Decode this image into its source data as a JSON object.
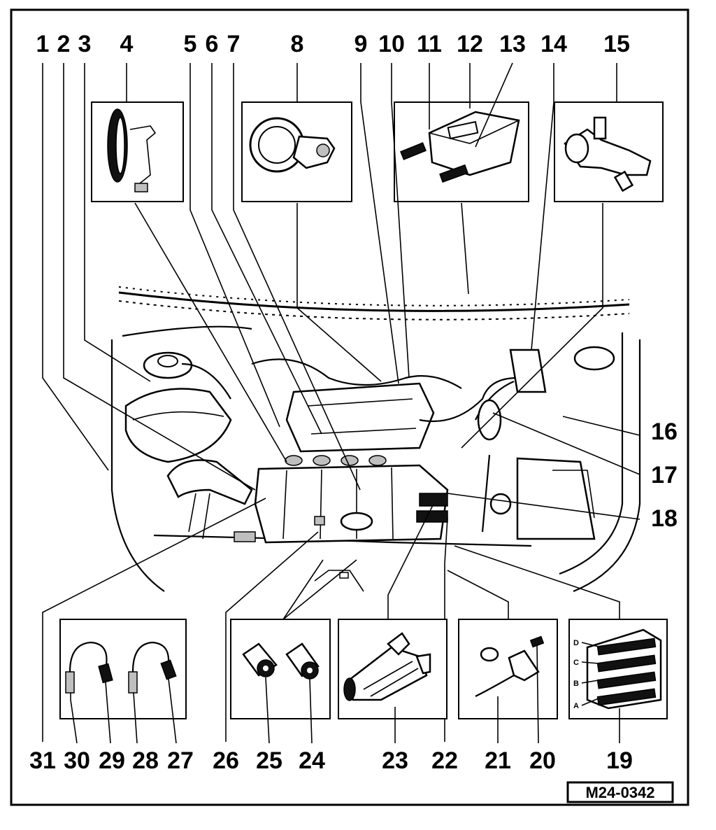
{
  "diagram": {
    "reference_code": "M24-0342",
    "top_callouts": [
      "1",
      "2",
      "3",
      "4",
      "5",
      "6",
      "7",
      "8",
      "9",
      "10",
      "11",
      "12",
      "13",
      "14",
      "15"
    ],
    "right_callouts": [
      "16",
      "17",
      "18"
    ],
    "bottom_callouts": [
      "31",
      "30",
      "29",
      "28",
      "27",
      "26",
      "25",
      "24",
      "23",
      "22",
      "21",
      "20",
      "19"
    ],
    "connector_pin_labels": [
      "D",
      "C",
      "B",
      "A"
    ]
  }
}
